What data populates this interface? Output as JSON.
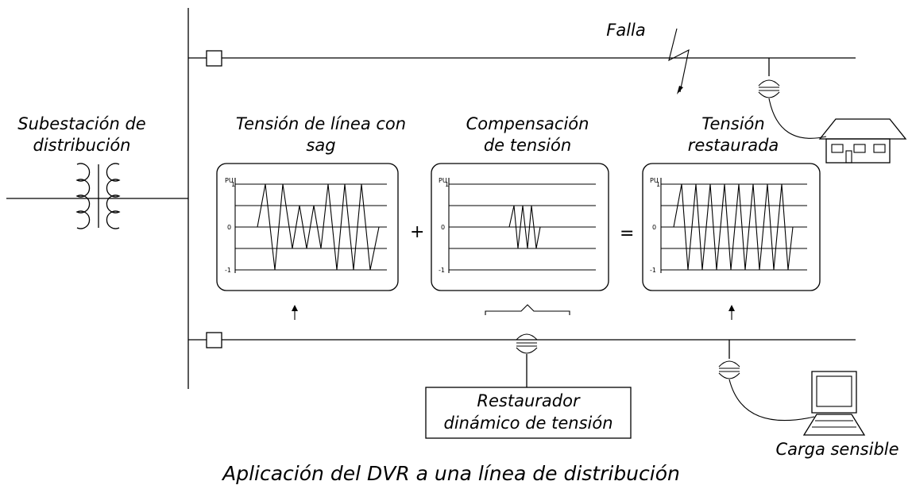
{
  "labels": {
    "substation": [
      "Subestación de",
      "distribución"
    ],
    "fault": "Falla",
    "sag_panel": [
      "Tensión de línea con",
      "sag"
    ],
    "comp_panel": [
      "Compensación",
      "de tensión"
    ],
    "restored_panel": [
      "Tensión",
      "restaurada"
    ],
    "dvr": [
      "Restaurador",
      "dinámico de tensión"
    ],
    "sensitive_load": "Carga sensible",
    "caption": "Aplicación del DVR a una línea de distribución"
  },
  "operators": {
    "plus": "+",
    "equals": "="
  },
  "axis": {
    "unit": "PU",
    "ticks": [
      "1",
      "0",
      "-1"
    ]
  },
  "icons": [
    "transformer-icon",
    "house-icon",
    "computer-icon",
    "lightning-icon",
    "breaker-icon"
  ]
}
